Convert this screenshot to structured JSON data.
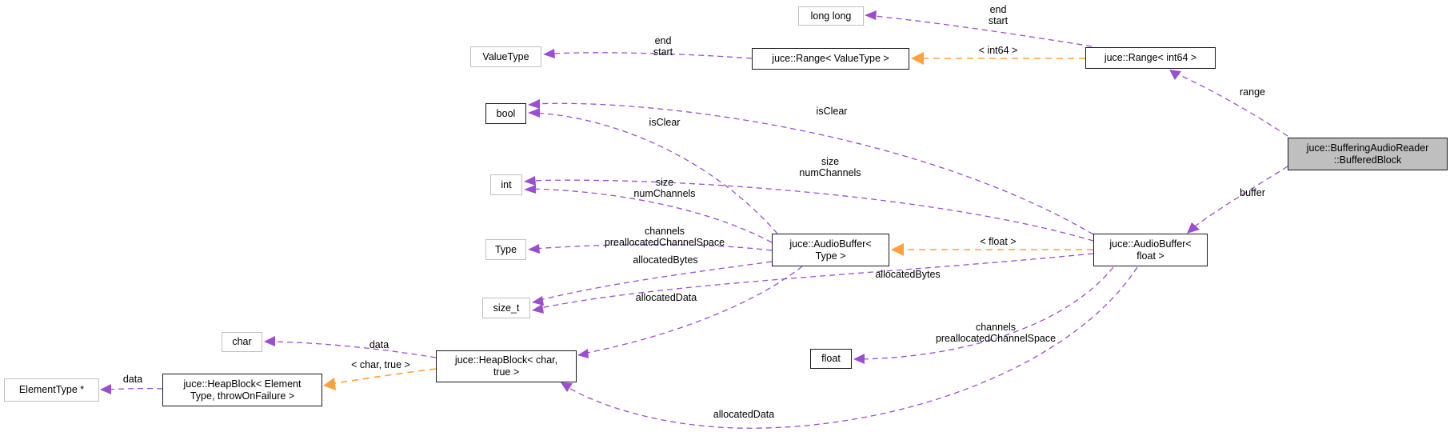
{
  "diagram_type": "collaboration-graph",
  "colors": {
    "usage_edge": "#9c4ed2",
    "template_edge": "#ffa23c",
    "border_class": "#1a1a1a",
    "border_plain": "#c0c0c0",
    "focus_fill": "#bfbfbf"
  },
  "nodes": {
    "long_long": {
      "label": "long long"
    },
    "valuetype": {
      "label": "ValueType"
    },
    "range_valuetype": {
      "label": "juce::Range< ValueType >"
    },
    "range_int64": {
      "label": "juce::Range< int64 >"
    },
    "buffered_block": {
      "label": "juce::BufferingAudioReader\n::BufferedBlock"
    },
    "bool": {
      "label": "bool"
    },
    "int": {
      "label": "int"
    },
    "type": {
      "label": "Type"
    },
    "size_t": {
      "label": "size_t"
    },
    "audiobuffer_type": {
      "label": "juce::AudioBuffer<\nType >"
    },
    "audiobuffer_float": {
      "label": "juce::AudioBuffer<\nfloat >"
    },
    "char": {
      "label": "char"
    },
    "heapblock_char": {
      "label": "juce::HeapBlock< char,\ntrue >"
    },
    "heapblock_element": {
      "label": "juce::HeapBlock< Element\nType, throwOnFailure >"
    },
    "elementtype_ptr": {
      "label": "ElementType *"
    },
    "float": {
      "label": "float"
    }
  },
  "edge_labels": {
    "endstart_right": "end\nstart",
    "endstart_left": "end\nstart",
    "int64_inst": "< int64 >",
    "range": "range",
    "buffer": "buffer",
    "isclear_left": "isClear",
    "isclear_right": "isClear",
    "size_numchannels_left": "size\nnumChannels",
    "size_numchannels_right": "size\nnumChannels",
    "channels_prealloc_left": "channels\npreallocatedChannelSpace",
    "channels_prealloc_right": "channels\npreallocatedChannelSpace",
    "allocatedbytes_left": "allocatedBytes",
    "allocatedbytes_right": "allocatedBytes",
    "allocateddata_left": "allocatedData",
    "allocateddata_bottom": "allocatedData",
    "float_inst": "< float >",
    "char_true_inst": "< char, true >",
    "data_upper": "data",
    "data_lower": "data"
  }
}
